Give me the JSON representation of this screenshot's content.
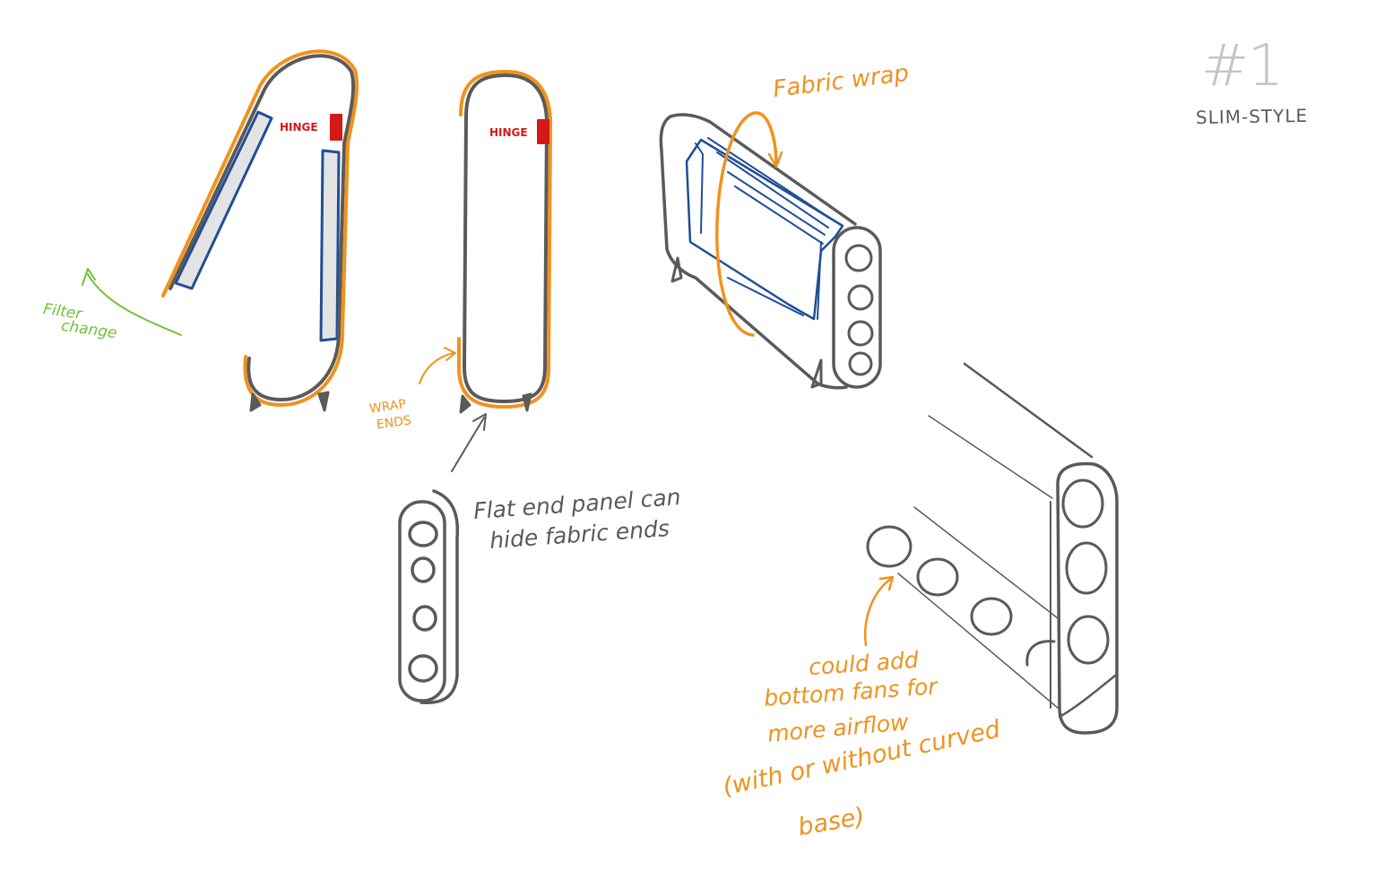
{
  "sheet": {
    "number": "#1",
    "style_label": "SLIM-STYLE"
  },
  "annotations": {
    "fabric_wrap": "Fabric wrap",
    "hinge_open": "HINGE",
    "hinge_closed": "HINGE",
    "filter_change_line1": "Filter",
    "filter_change_line2": "change",
    "wrap_ends_line1": "WRAP",
    "wrap_ends_line2": "ENDS",
    "flat_end_line1": "Flat end panel can",
    "flat_end_line2": "hide fabric ends",
    "bottom_fans_line1": "could add",
    "bottom_fans_line2": "bottom fans for",
    "bottom_fans_line3": "more airflow",
    "curved_base_line1": "(with or without curved",
    "curved_base_line2": "base)"
  },
  "colors": {
    "outline": "#5a5a5a",
    "wrap": "#f0921e",
    "filter": "#1f4e96",
    "filter_fill": "#e3e3e3",
    "hinge": "#d41818",
    "filter_note": "#72c03a"
  }
}
